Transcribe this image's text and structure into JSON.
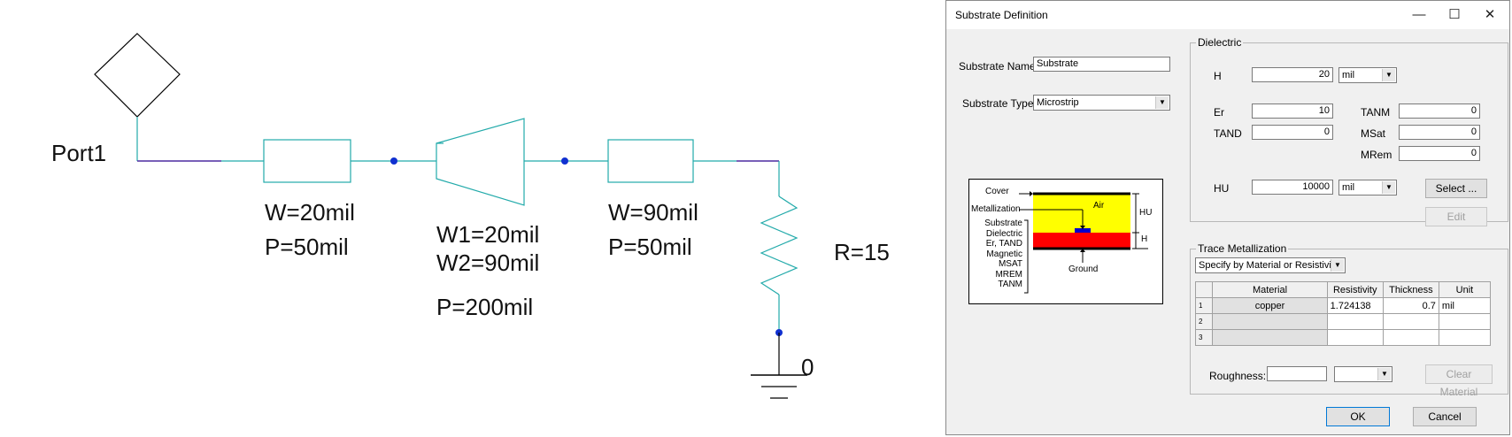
{
  "schematic": {
    "port_label": "Port1",
    "tl1": {
      "w": "W=20mil",
      "p": "P=50mil"
    },
    "taper": {
      "w1": "W1=20mil",
      "w2": "W2=90mil",
      "p": "P=200mil"
    },
    "tl2": {
      "w": "W=90mil",
      "p": "P=50mil"
    },
    "resistor": "R=15",
    "ground_node": "0"
  },
  "dialog": {
    "title": "Substrate Definition",
    "name_label": "Substrate Name:",
    "name_value": "Substrate",
    "type_label": "Substrate Type:",
    "type_value": "Microstrip",
    "dielectric": {
      "group_title": "Dielectric",
      "h_label": "H",
      "h_value": "20",
      "h_unit": "mil",
      "er_label": "Er",
      "er_value": "10",
      "tand_label": "TAND",
      "tand_value": "0",
      "tanm_label": "TANM",
      "tanm_value": "0",
      "msat_label": "MSat",
      "msat_value": "0",
      "mrem_label": "MRem",
      "mrem_value": "0",
      "hu_label": "HU",
      "hu_value": "10000",
      "hu_unit": "mil",
      "select_label": "Select ...",
      "edit_label": "Edit"
    },
    "diagram": {
      "cover": "Cover",
      "air": "Air",
      "metallization": "Metallization",
      "hu": "HU",
      "h": "H",
      "substrate_lines": [
        "Substrate",
        "Dielectric",
        "Er, TAND",
        "Magnetic",
        "MSAT",
        "MREM",
        "TANM"
      ],
      "ground": "Ground",
      "colors": {
        "air": "#ffff00",
        "dielectric": "#ff0000",
        "trace": "#0000cc"
      }
    },
    "trace": {
      "group_title": "Trace Metallization",
      "mode_value": "Specify by Material or Resistivity",
      "columns": [
        "Material",
        "Resistivity",
        "Thickness",
        "Unit"
      ],
      "rows": [
        {
          "n": "1",
          "material": "copper",
          "resistivity": "1.724138",
          "thickness": "0.7",
          "unit": "mil"
        },
        {
          "n": "2",
          "material": "",
          "resistivity": "",
          "thickness": "",
          "unit": ""
        },
        {
          "n": "3",
          "material": "",
          "resistivity": "",
          "thickness": "",
          "unit": ""
        }
      ],
      "roughness_label": "Roughness:",
      "clear_label": "Clear Material"
    },
    "ok_label": "OK",
    "cancel_label": "Cancel"
  }
}
